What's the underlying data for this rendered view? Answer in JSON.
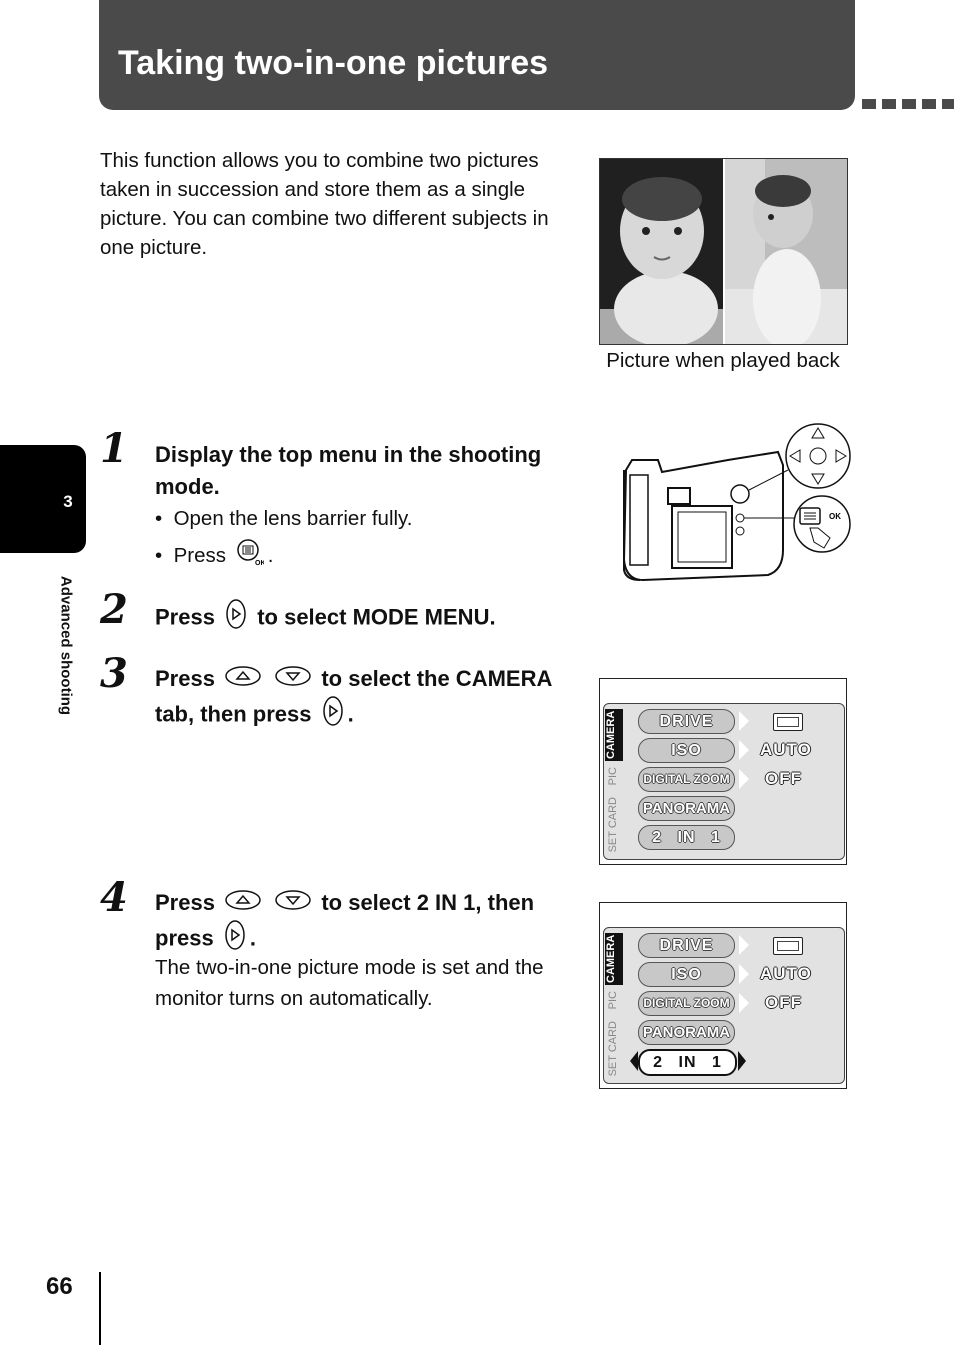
{
  "header": {
    "title": "Taking two-in-one pictures"
  },
  "chapter": {
    "number": "3",
    "label": "Advanced shooting"
  },
  "intro": {
    "text": "This function allows you to combine two pictures taken in succession and store them as a single picture. You can combine two different subjects in one picture."
  },
  "photo": {
    "caption": "Picture when played back"
  },
  "steps": [
    {
      "num": "1",
      "title": "Display the top menu in the shooting mode.",
      "bullets": [
        "Open the lens barrier fully.",
        "Press"
      ],
      "bullet2_suffix": "."
    },
    {
      "num": "2",
      "title_pre": "Press",
      "title_post": "to select MODE MENU."
    },
    {
      "num": "3",
      "title_pre": "Press",
      "title_mid": "to select the CAMERA",
      "title_line2_pre": "tab, then press",
      "title_line2_post": "."
    },
    {
      "num": "4",
      "title_pre": "Press",
      "title_mid": "to select 2 IN 1, then",
      "title_line2_pre": "press",
      "title_line2_post": ".",
      "body": "The two-in-one picture mode is set and the monitor turns on automatically."
    }
  ],
  "lcd": {
    "tabs": [
      "CAMERA",
      "PIC",
      "CARD",
      "SET"
    ],
    "items": [
      "DRIVE",
      "ISO",
      "DIGITAL ZOOM",
      "PANORAMA",
      "2 IN 1"
    ],
    "values": {
      "iso": "AUTO",
      "digital_zoom": "OFF"
    }
  },
  "camera_diagram": {
    "ok_label": "OK"
  },
  "footer": {
    "page_number": "66"
  }
}
